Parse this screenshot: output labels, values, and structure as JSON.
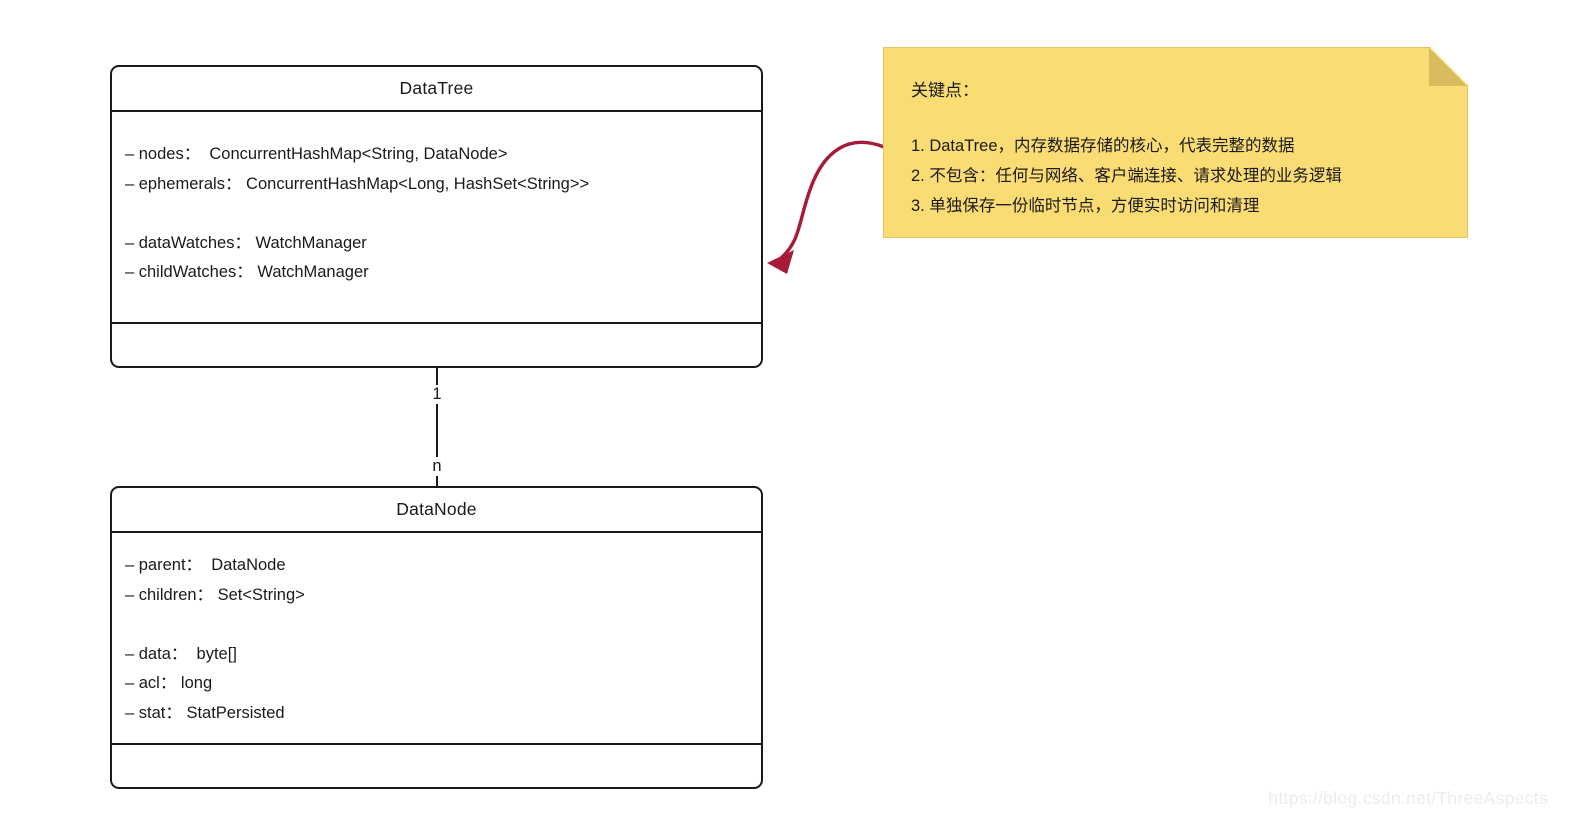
{
  "colors": {
    "line": "#1a1a1a",
    "text": "#1a1a1a",
    "note-bg": "#FADC74",
    "note-fold": "#D9BB5D",
    "note-border": "#E2C463",
    "arrow": "#A61C38",
    "watermark": "#ECECEC"
  },
  "classes": [
    {
      "name": "DataTree",
      "attributes": [
        "– nodes：  ConcurrentHashMap<String, DataNode>",
        "– ephemerals： ConcurrentHashMap<Long, HashSet<String>>",
        "",
        "– dataWatches： WatchManager",
        "– childWatches： WatchManager"
      ],
      "methods": []
    },
    {
      "name": "DataNode",
      "attributes": [
        "– parent：  DataNode",
        "– children： Set<String>",
        "",
        "– data：  byte[]",
        "– acl： long",
        "– stat： StatPersisted"
      ],
      "methods": []
    }
  ],
  "association": {
    "from": "DataTree",
    "to": "DataNode",
    "from_multiplicity": "1",
    "to_multiplicity": "n"
  },
  "note": {
    "title": "关键点：",
    "items": [
      "1. DataTree，内存数据存储的核心，代表完整的数据",
      "2. 不包含：任何与网络、客户端连接、请求处理的业务逻辑",
      "3. 单独保存一份临时节点，方便实时访问和清理"
    ]
  },
  "watermark": "https://blog.csdn.net/ThreeAspects"
}
